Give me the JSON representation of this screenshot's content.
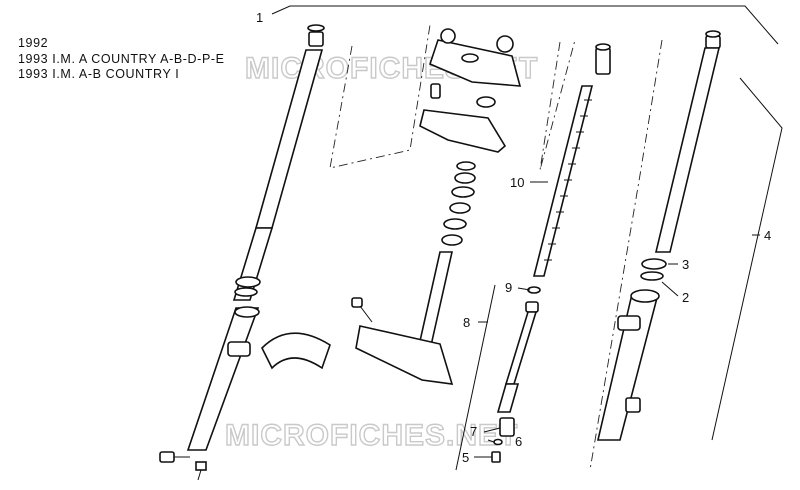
{
  "header": {
    "lines": [
      "1992",
      "1993 I.M. A COUNTRY A-B-D-P-E",
      "1993 I.M. A-B COUNTRY I"
    ]
  },
  "watermark": "MICROFICHES.NET",
  "callouts": {
    "c1": "1",
    "c2": "2",
    "c3": "3",
    "c4": "4",
    "c5": "5",
    "c6": "6",
    "c7": "7",
    "c8": "8",
    "c9": "9",
    "c10": "10"
  },
  "colors": {
    "line": "#111111",
    "watermark": "#c9c9c9",
    "background": "#ffffff"
  }
}
